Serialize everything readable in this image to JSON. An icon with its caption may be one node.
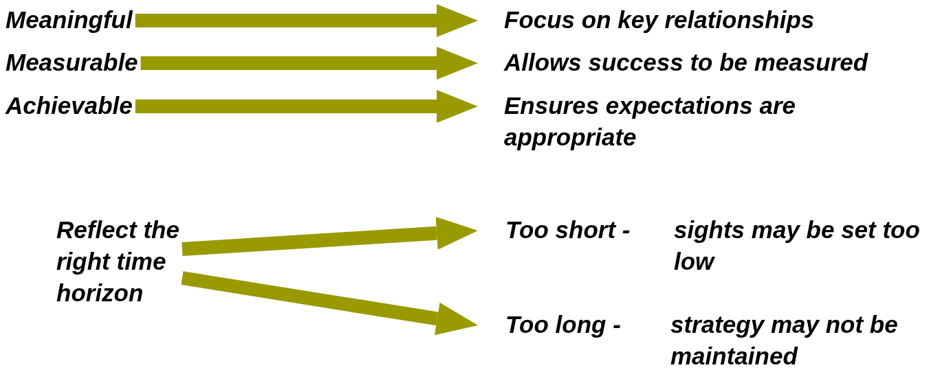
{
  "diagram": {
    "nodes": [
      {
        "text": [
          "Meaningful"
        ]
      },
      {
        "text": [
          "Focus on key relationships"
        ]
      },
      {
        "text": [
          "Measurable"
        ]
      },
      {
        "text": [
          "Allows success to be measured"
        ]
      },
      {
        "text": [
          "Achievable"
        ]
      },
      {
        "text": [
          "Ensures expectations are appropriate"
        ]
      },
      {
        "text": [
          "Reflect the right time horizon"
        ]
      },
      {
        "text": [
          "Too short -",
          "sights may be set too low"
        ]
      },
      {
        "text": [
          "Too long -",
          "strategy may not be maintained"
        ]
      }
    ],
    "edges": [
      {
        "from": 0,
        "to": 1,
        "arrow": "to"
      },
      {
        "from": 2,
        "to": 3,
        "arrow": "to"
      },
      {
        "from": 4,
        "to": 5,
        "arrow": "to"
      },
      {
        "from": 6,
        "to": 7,
        "arrow": "to"
      },
      {
        "from": 6,
        "to": 8,
        "arrow": "to"
      }
    ]
  }
}
